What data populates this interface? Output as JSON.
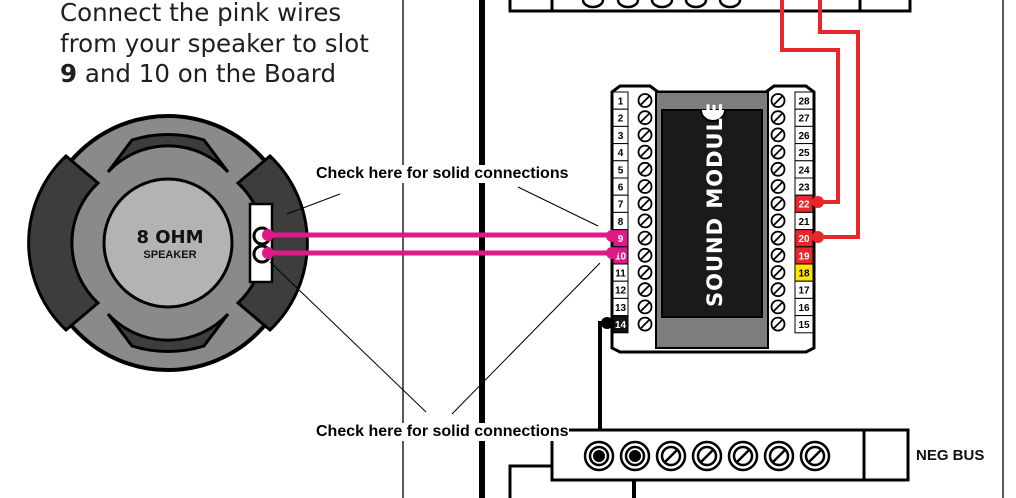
{
  "instructions": {
    "line1": "Connect the pink wires",
    "line2": "from your speaker to slot",
    "line3_bold": "9",
    "line3_rest": " and 10 on the Board"
  },
  "speaker": {
    "line1": "8 OHM",
    "line2": "SPEAKER"
  },
  "module": {
    "label": "SOUND MODULE"
  },
  "callouts": {
    "top": "Check here for solid connections",
    "bottom": "Check here for solid connections"
  },
  "neg_bus": {
    "label": "NEG BUS"
  },
  "pins_left": [
    "1",
    "2",
    "3",
    "4",
    "5",
    "6",
    "7",
    "8",
    "9",
    "10",
    "11",
    "12",
    "13",
    "14"
  ],
  "pins_right": [
    "28",
    "27",
    "26",
    "25",
    "24",
    "23",
    "22",
    "21",
    "20",
    "19",
    "18",
    "17",
    "16",
    "15"
  ],
  "pin_highlights": {
    "9": "#e0198a",
    "10": "#e0198a",
    "14": "#111111",
    "22": "#e8262b",
    "20": "#e8262b",
    "19": "#e8262b",
    "18": "#ffe600"
  },
  "colors": {
    "pink_wire": "#e0198a",
    "red_wire": "#e8262b",
    "black_wire": "#000000"
  }
}
